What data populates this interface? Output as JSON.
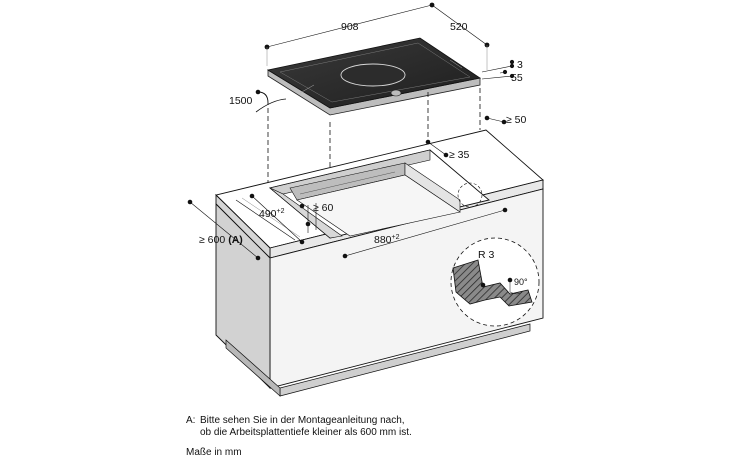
{
  "dimensions": {
    "width_908": "908",
    "depth_520": "520",
    "thick_3": "3",
    "height_55": "55",
    "cable_1500": "1500",
    "edge_50": "≥ 50",
    "edge_35": "≥ 35",
    "depth_490": "490",
    "depth_490_tol": "+2",
    "gap_60": "≥ 60",
    "width_880": "880",
    "width_880_tol": "+2",
    "worktop_600": "≥ 600",
    "worktop_600_ref": "(A)",
    "radius": "R 3",
    "angle": "90°"
  },
  "notes": {
    "a_key": "A:",
    "a_line1": "Bitte sehen Sie in der Montageanleitung nach,",
    "a_line2": "ob die Arbeitsplattentiefe kleiner als 600 mm ist.",
    "units": "Maße in mm"
  }
}
